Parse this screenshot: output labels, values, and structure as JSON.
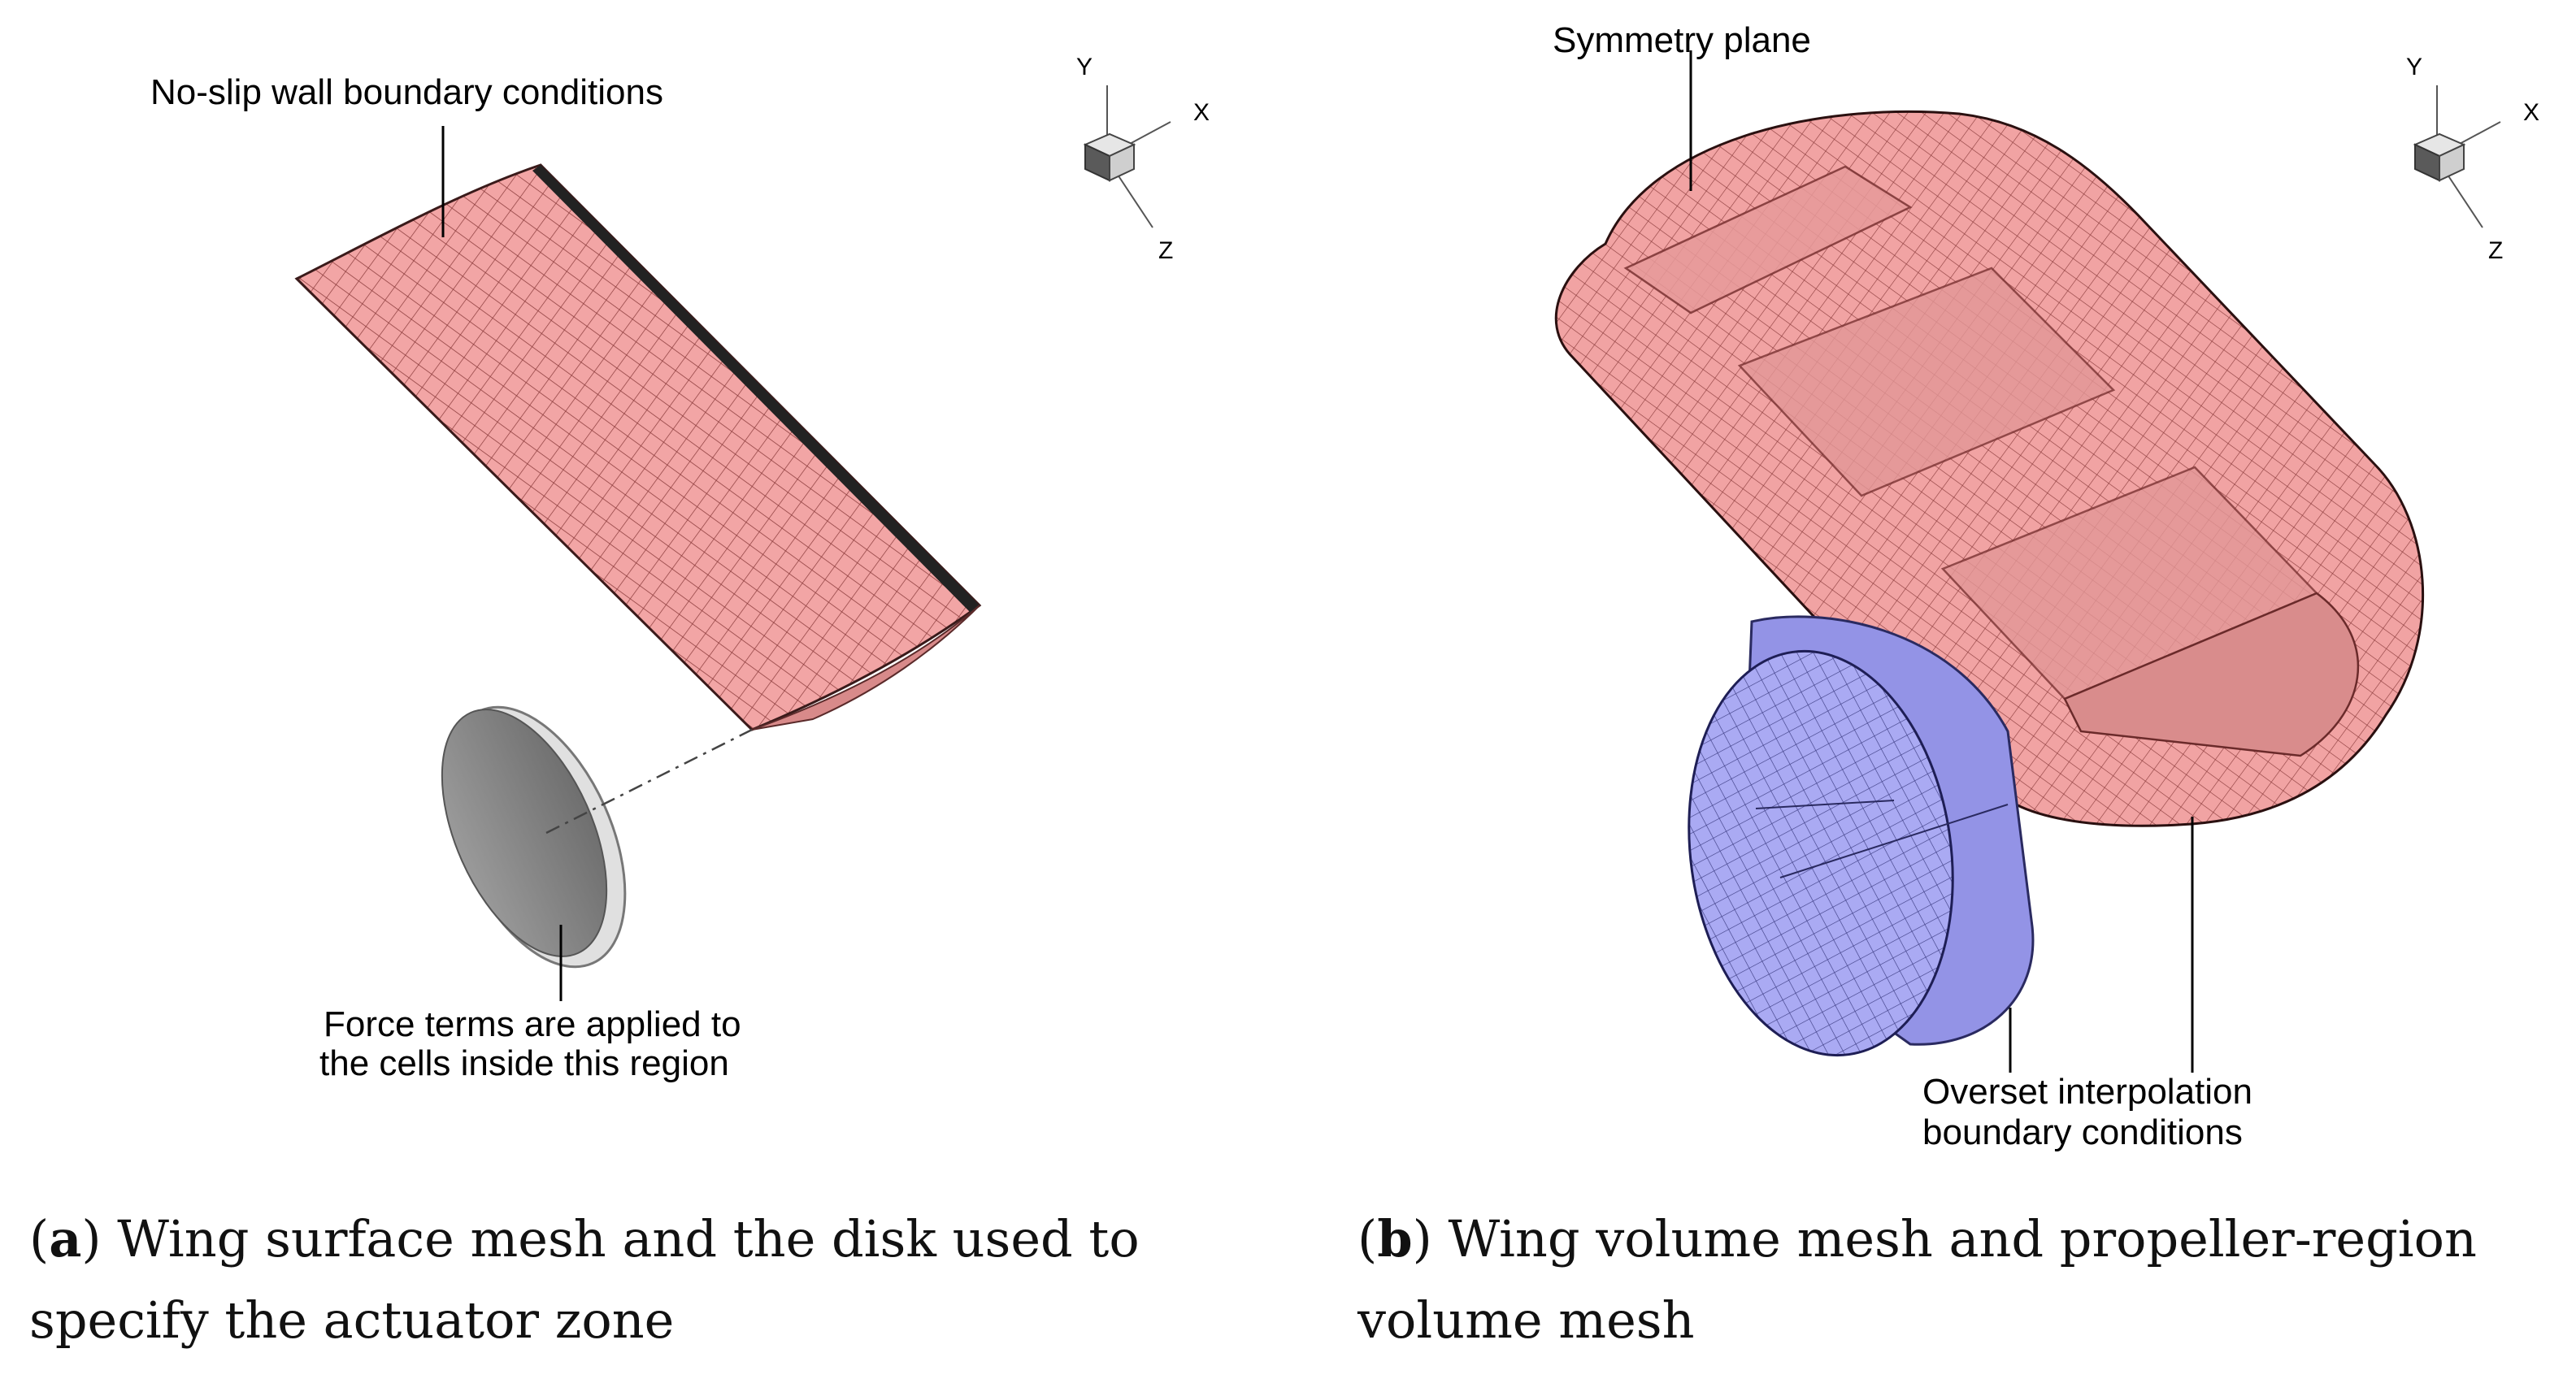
{
  "panel_a": {
    "label_wall": "No-slip wall boundary conditions",
    "label_force_line1": "Force terms are applied to",
    "label_force_line2": "the cells inside this region",
    "axis": {
      "x": "X",
      "y": "Y",
      "z": "Z"
    },
    "caption_letter": "a",
    "caption_text": "Wing surface mesh and the disk used to specify the actuator zone"
  },
  "panel_b": {
    "label_symmetry": "Symmetry plane",
    "label_overset_line1": "Overset interpolation",
    "label_overset_line2": "boundary conditions",
    "axis": {
      "x": "X",
      "y": "Y",
      "z": "Z"
    },
    "caption_letter": "b",
    "caption_text": "Wing volume mesh and propeller-region volume mesh"
  },
  "colors": {
    "wing_pink": "#f2a5a5",
    "mesh_line_red": "#7a3030",
    "propeller_blue": "#a9a9f2",
    "mesh_line_blue": "#3a3a7a",
    "disk_gray": "#7d7d7d"
  }
}
